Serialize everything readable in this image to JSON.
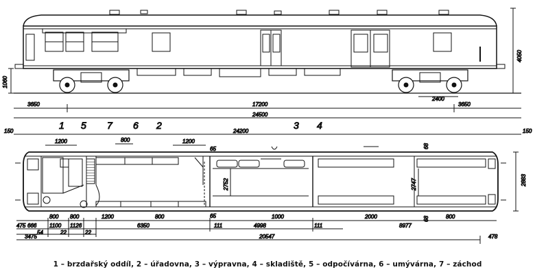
{
  "side_view": {
    "height_labels": [
      "4050",
      "1060"
    ],
    "bogie_centres": [
      "2400"
    ]
  },
  "length_dimensions": {
    "row1": [
      "3650",
      "17200",
      "3650"
    ],
    "row2": [
      "24500"
    ],
    "row3": [
      "150",
      "24200",
      "150"
    ]
  },
  "room_labels": [
    "1",
    "5",
    "7",
    "6",
    "2",
    "3",
    "4"
  ],
  "plan_top_dims": [
    "1200",
    "800",
    "1200"
  ],
  "plan_inner_dims": [
    "65",
    "68",
    "65",
    "68",
    "2752",
    "2747"
  ],
  "plan_width": "2883",
  "plan_bottom_dims": {
    "row1": [
      "800",
      "800",
      "1200",
      "800",
      "1000",
      "2000",
      "800"
    ],
    "row2": [
      "475",
      "666",
      "1100",
      "1126",
      "6350",
      "111",
      "4998",
      "111",
      "8977"
    ],
    "row3": [
      "54",
      "22",
      "22"
    ],
    "row4": [
      "3475",
      "20547",
      "478"
    ]
  },
  "caption": "1 – brzdařský oddíl, 2 – úřadovna, 3 – výpravna, 4 – skladiště, 5 – odpočívárna, 6 – umývárna, 7 – záchod"
}
